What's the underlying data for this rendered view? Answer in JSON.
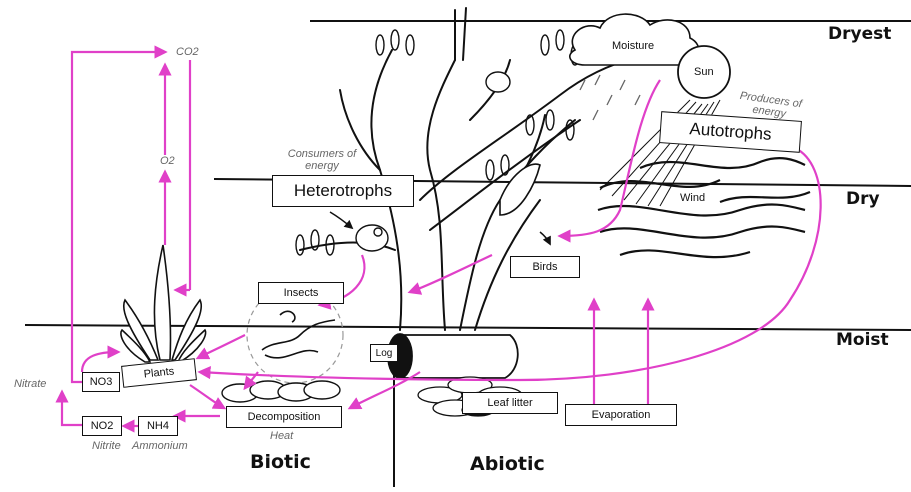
{
  "zones": {
    "driest": "Dryest",
    "dry": "Dry",
    "moist": "Moist"
  },
  "sides": {
    "biotic": "Biotic",
    "abiotic": "Abiotic"
  },
  "nodes": {
    "heterotrophs": "Heterotrophs",
    "autotrophs": "Autotrophs",
    "insects": "Insects",
    "plants": "Plants",
    "decomposition": "Decomposition",
    "log": "Log",
    "leaf_litter": "Leaf litter",
    "evaporation": "Evaporation",
    "birds": "Birds",
    "moisture": "Moisture",
    "sun": "Sun",
    "wind": "Wind",
    "no3": "NO3",
    "no2": "NO2",
    "nh4": "NH4"
  },
  "annotations": {
    "consumers": "Consumers of energy",
    "producers": "Producers of energy",
    "co2": "CO2",
    "o2": "O2",
    "nitrate": "Nitrate",
    "nitrite": "Nitrite",
    "ammonium": "Ammonium",
    "heat": "Heat"
  },
  "colors": {
    "arrow": "#e040c8",
    "ink": "#111111"
  }
}
